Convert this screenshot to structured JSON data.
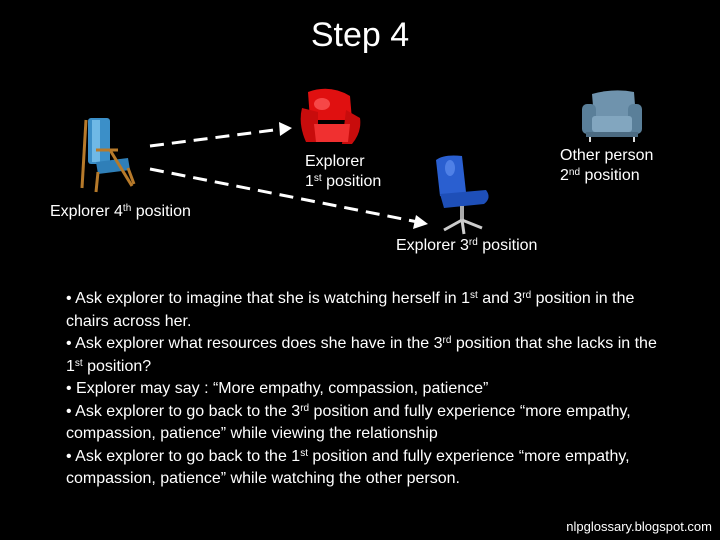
{
  "slide": {
    "title": "Step 4",
    "chairs": {
      "fourth": {
        "line1": "Explorer 4",
        "sup": "th",
        "line1_after": " position",
        "icon": "armchair-wooden-icon"
      },
      "first": {
        "line1": "Explorer",
        "line2": "1",
        "sup": "st",
        "line2_after": " position",
        "icon": "armchair-red-icon",
        "color": "#e01010"
      },
      "third": {
        "line1": "Explorer 3",
        "sup": "rd",
        "line1_after": " position",
        "icon": "swivel-chair-blue-icon",
        "color": "#2a5fd0"
      },
      "other": {
        "line1": "Other person",
        "line2": "2",
        "sup": "nd",
        "line2_after": " position",
        "icon": "sofa-chair-icon"
      }
    },
    "bullets": [
      {
        "parts": [
          "• Ask explorer to imagine that she is watching herself in 1",
          "st",
          " and 3",
          "rd",
          " position in the chairs across her."
        ]
      },
      {
        "parts": [
          "• Ask explorer what resources does she have in the 3",
          "rd",
          " position that she lacks in the 1",
          "st",
          " position?"
        ]
      },
      {
        "parts": [
          "• Explorer may say : “More empathy, compassion, patience”"
        ]
      },
      {
        "parts": [
          "• Ask explorer to go back to the 3",
          "rd",
          " position and fully experience “more empathy, compassion, patience” while viewing the relationship"
        ]
      },
      {
        "parts": [
          "• Ask explorer to go back to the 1",
          "st",
          " position and fully experience “more empathy, compassion, patience” while watching the other person."
        ]
      }
    ],
    "footer": "nlpglossary.blogspot.com"
  }
}
